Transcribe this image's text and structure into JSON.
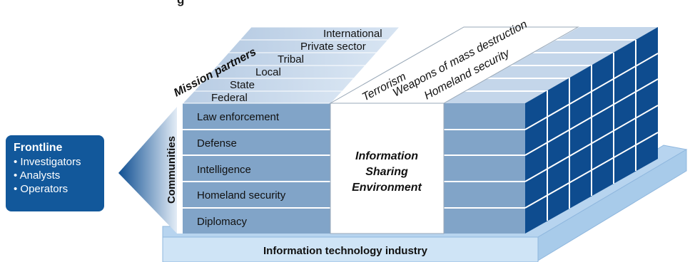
{
  "title_fragment": "g",
  "frontline": {
    "heading": "Frontline",
    "items": [
      "Investigators",
      "Analysts",
      "Operators"
    ]
  },
  "communities": {
    "label": "Communities",
    "items": [
      "Law enforcement",
      "Defense",
      "Intelligence",
      "Homeland security",
      "Diplomacy"
    ]
  },
  "mission_partners": {
    "label": "Mission partners",
    "items": [
      "Federal",
      "State",
      "Local",
      "Tribal",
      "Private sector",
      "International"
    ]
  },
  "missions": [
    "Terrorism",
    "Weapons of mass destruction",
    "Homeland security"
  ],
  "center_label": [
    "Information",
    "Sharing",
    "Environment"
  ],
  "base_label": "Information technology industry",
  "colors": {
    "front_row": "#81a4c8",
    "top_strip": "#c4d6ea",
    "side_blue": "#0e4c8f",
    "base": "#cfe4f6",
    "frontline": "#12589b"
  }
}
